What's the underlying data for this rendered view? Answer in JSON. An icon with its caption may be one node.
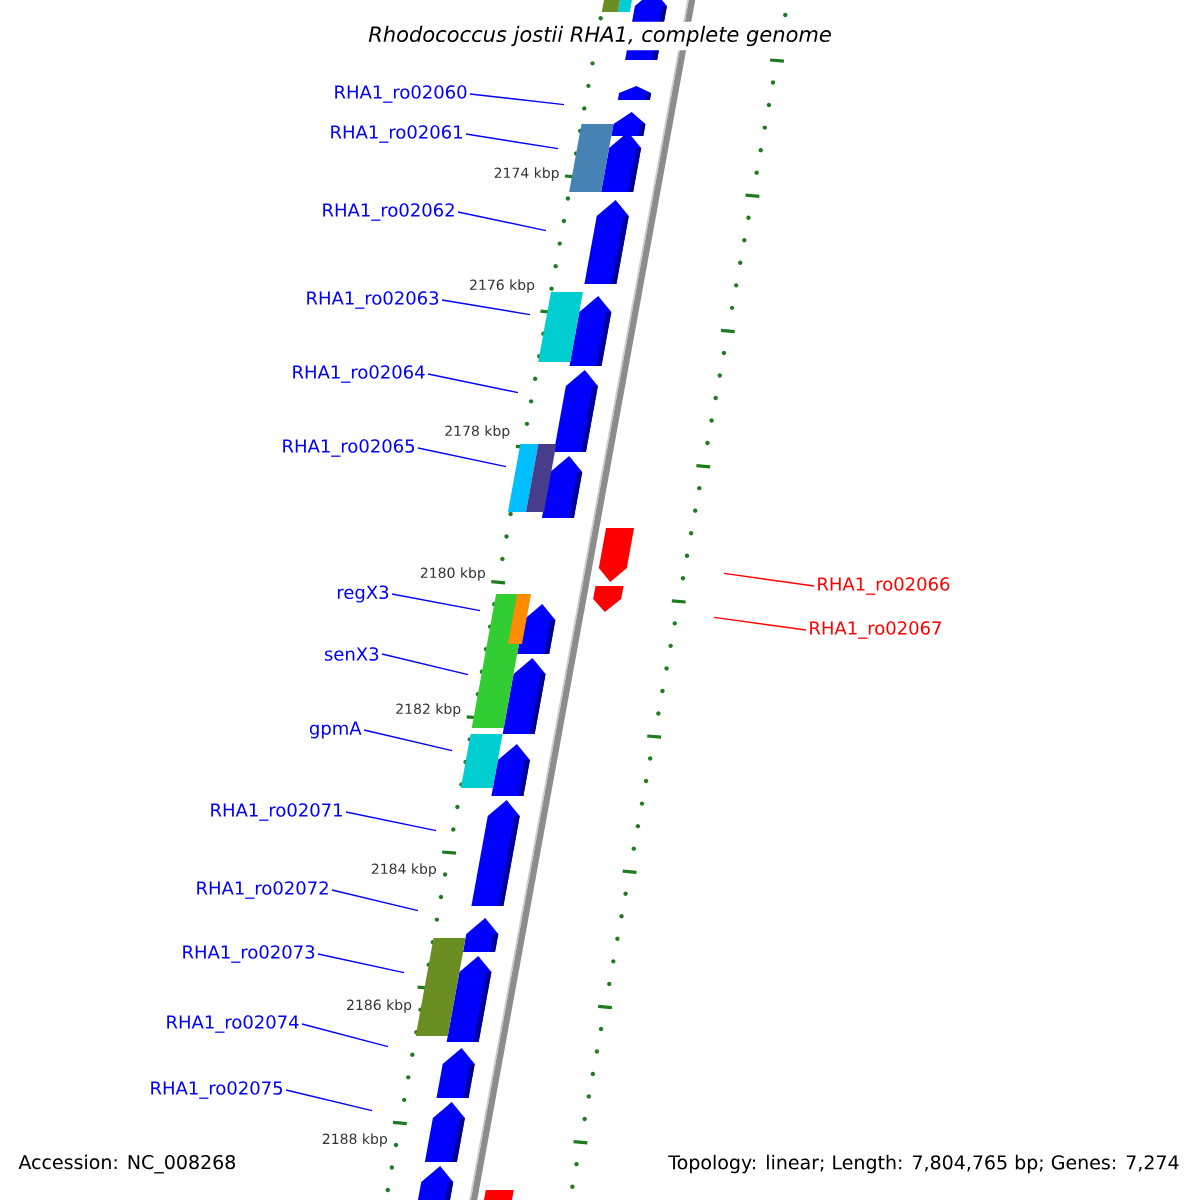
{
  "diagram": {
    "title": "Rhodococcus jostii RHA1, complete genome",
    "nodes": [
      {
        "text": [
          "RHA1_ro02060"
        ]
      },
      {
        "text": [
          "RHA1_ro02061"
        ]
      },
      {
        "text": [
          "RHA1_ro02062"
        ]
      },
      {
        "text": [
          "RHA1_ro02063"
        ]
      },
      {
        "text": [
          "RHA1_ro02064"
        ]
      },
      {
        "text": [
          "RHA1_ro02065"
        ]
      },
      {
        "text": [
          "RHA1_ro02066"
        ]
      },
      {
        "text": [
          "RHA1_ro02067"
        ]
      },
      {
        "text": [
          "regX3"
        ]
      },
      {
        "text": [
          "senX3"
        ]
      },
      {
        "text": [
          "gpmA"
        ]
      },
      {
        "text": [
          "RHA1_ro02071"
        ]
      },
      {
        "text": [
          "RHA1_ro02072"
        ]
      },
      {
        "text": [
          "RHA1_ro02073"
        ]
      },
      {
        "text": [
          "RHA1_ro02074"
        ]
      },
      {
        "text": [
          "RHA1_ro02075"
        ]
      }
    ],
    "edges": [
      {
        "from": 0,
        "to": null,
        "arrow": "none"
      },
      {
        "from": 1,
        "to": null,
        "arrow": "none"
      },
      {
        "from": 2,
        "to": null,
        "arrow": "none"
      },
      {
        "from": 3,
        "to": null,
        "arrow": "none"
      },
      {
        "from": 4,
        "to": null,
        "arrow": "none"
      },
      {
        "from": 5,
        "to": null,
        "arrow": "none"
      },
      {
        "from": 6,
        "to": null,
        "arrow": "none",
        "color": "#ff0000"
      },
      {
        "from": 7,
        "to": null,
        "arrow": "none",
        "color": "#ff0000"
      },
      {
        "from": 8,
        "to": null,
        "arrow": "none"
      },
      {
        "from": 9,
        "to": null,
        "arrow": "none"
      },
      {
        "from": 10,
        "to": null,
        "arrow": "none"
      },
      {
        "from": 11,
        "to": null,
        "arrow": "none"
      },
      {
        "from": 12,
        "to": null,
        "arrow": "none"
      },
      {
        "from": 13,
        "to": null,
        "arrow": "none"
      },
      {
        "from": 14,
        "to": null,
        "arrow": "none"
      },
      {
        "from": 15,
        "to": null,
        "arrow": "none"
      }
    ],
    "labels": [
      "2174 kbp",
      "2176 kbp",
      "2178 kbp",
      "2180 kbp",
      "2182 kbp",
      "2184 kbp",
      "2186 kbp",
      "2188 kbp",
      "Accession: NC_008268",
      "Topology: linear; Length: 7,804,765 bp; Genes: 7,274"
    ]
  }
}
